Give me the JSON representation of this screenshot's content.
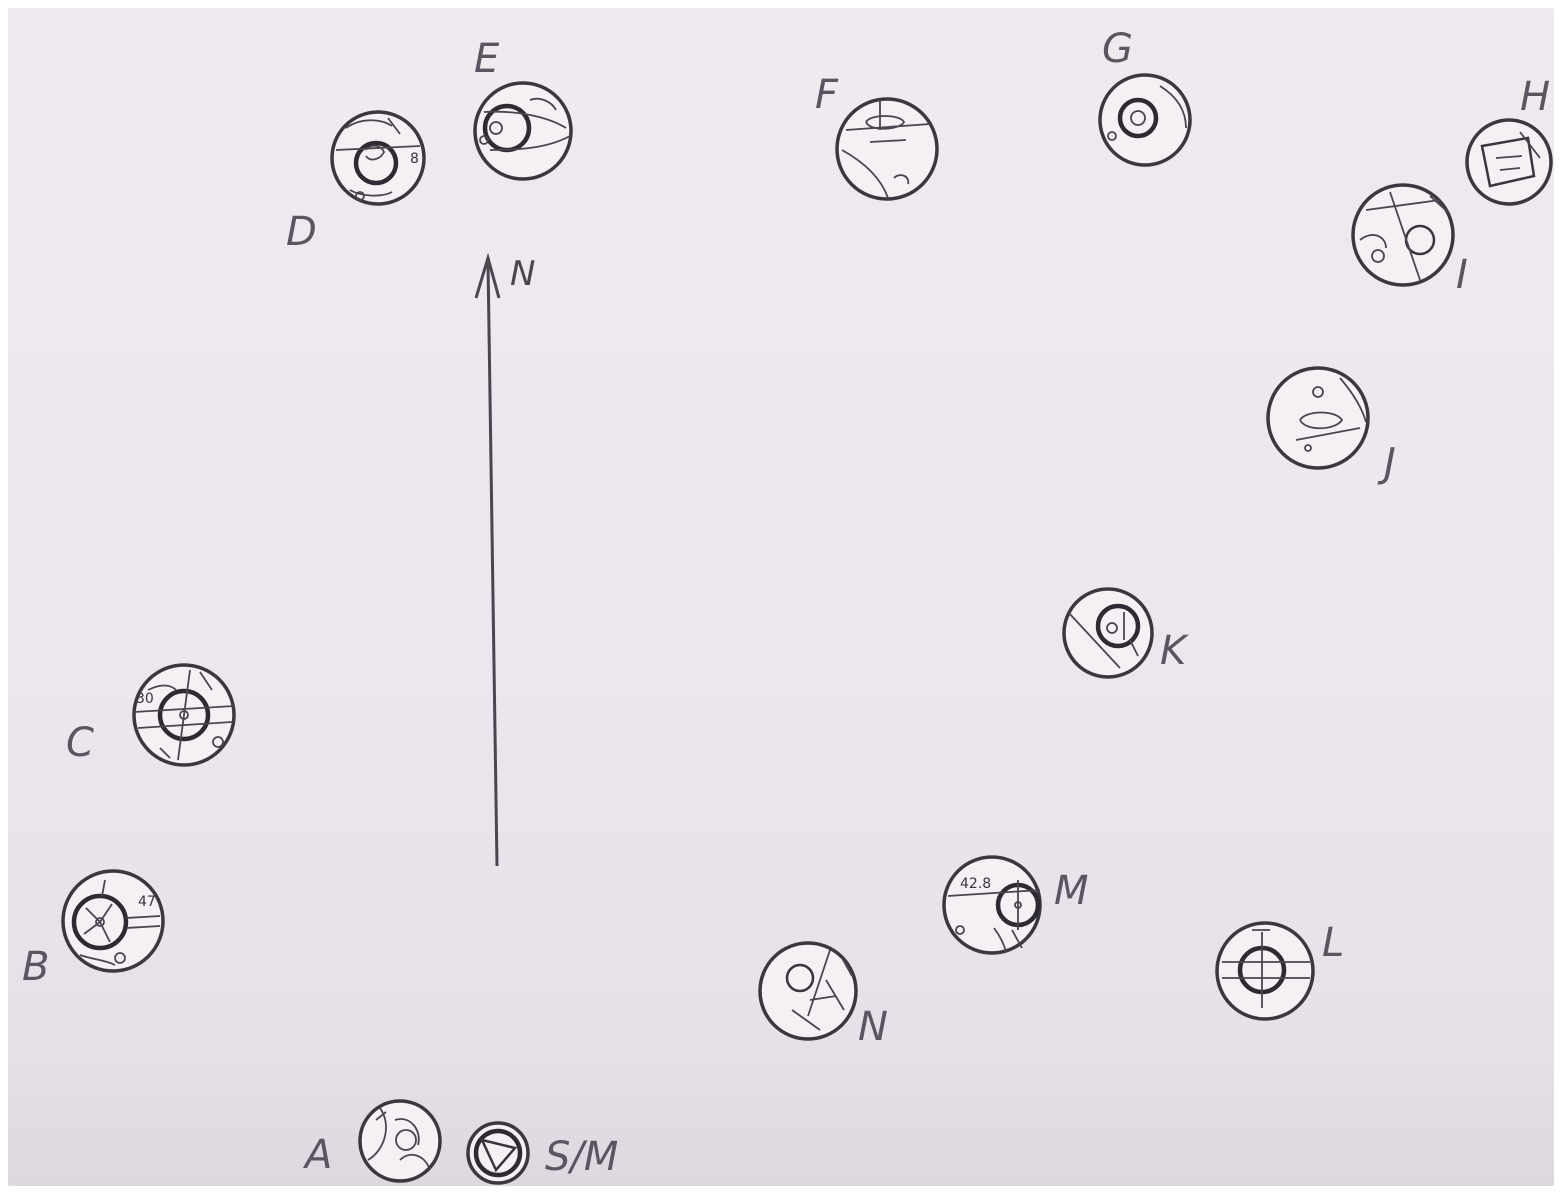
{
  "compass": {
    "label": "N"
  },
  "markers": [
    {
      "id": "A",
      "label": "A"
    },
    {
      "id": "SM",
      "label": "S/M"
    },
    {
      "id": "B",
      "label": "B"
    },
    {
      "id": "C",
      "label": "C"
    },
    {
      "id": "D",
      "label": "D"
    },
    {
      "id": "E",
      "label": "E"
    },
    {
      "id": "F",
      "label": "F"
    },
    {
      "id": "G",
      "label": "G"
    },
    {
      "id": "H",
      "label": "H"
    },
    {
      "id": "I",
      "label": "I"
    },
    {
      "id": "J",
      "label": "J"
    },
    {
      "id": "K",
      "label": "K"
    },
    {
      "id": "L",
      "label": "L"
    },
    {
      "id": "M",
      "label": "M"
    },
    {
      "id": "N",
      "label": "N"
    }
  ],
  "annotations": {
    "b_num": "47",
    "c_num": "30",
    "d_num": "8",
    "m_num": "42.8"
  }
}
